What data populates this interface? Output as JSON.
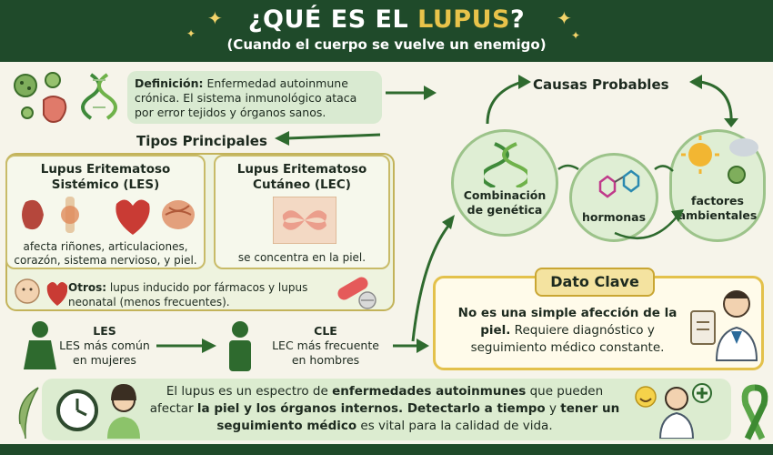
{
  "header": {
    "title_pre": "¿QUÉ ES EL ",
    "title_highlight": "LUPUS",
    "title_post": "?",
    "subtitle": "(Cuando el cuerpo se vuelve un enemigo)"
  },
  "definition": {
    "label": "Definición:",
    "text": " Enfermedad autoinmune crónica. El sistema inmunológico ataca por error tejidos y órganos sanos."
  },
  "tipos": {
    "title": "Tipos Principales",
    "les": {
      "title_line1": "Lupus Eritematoso",
      "title_line2": "Sistémico (LES)",
      "text_line1": "afecta riñones, articulaciones,",
      "text_line2": "corazón, sistema nervioso, y piel."
    },
    "lec": {
      "title_line1": "Lupus Eritematoso",
      "title_line2": "Cutáneo (LEC)",
      "text": "se concentra en la piel."
    },
    "otros": {
      "label": "Otros:",
      "text": " lupus inducido por fármacos y lupus neonatal (menos frecuentes)."
    }
  },
  "gender": {
    "les_title": "LES",
    "les_text_line1": "LES más común",
    "les_text_line2": "en mujeres",
    "cle_title": "CLE",
    "cle_text_line1": "LEC más frecuente",
    "cle_text_line2": "en hombres"
  },
  "causas": {
    "title": "Causas Probables",
    "genetica_line1": "Combinación",
    "genetica_line2": "de genética",
    "hormonas": "hormonas",
    "ambientales_line1": "factores",
    "ambientales_line2": "ambientales"
  },
  "dato": {
    "title": "Dato Clave",
    "bold": "No es una simple afección de la piel.",
    "text": " Requiere diagnóstico y seguimiento médico constante."
  },
  "bottom": {
    "t1": "El lupus es un espectro de ",
    "b1": "enfermedades autoinmunes",
    "t2": " que pueden afectar ",
    "b2": "la piel y los órganos internos. Detectarlo a tiempo",
    "t3": " y ",
    "b3": "tener un seguimiento médico",
    "t4": " es vital para la calidad de vida."
  },
  "colors": {
    "dark_green": "#1f4a2a",
    "gold": "#e3c14b",
    "light_green": "#dcecd0"
  }
}
